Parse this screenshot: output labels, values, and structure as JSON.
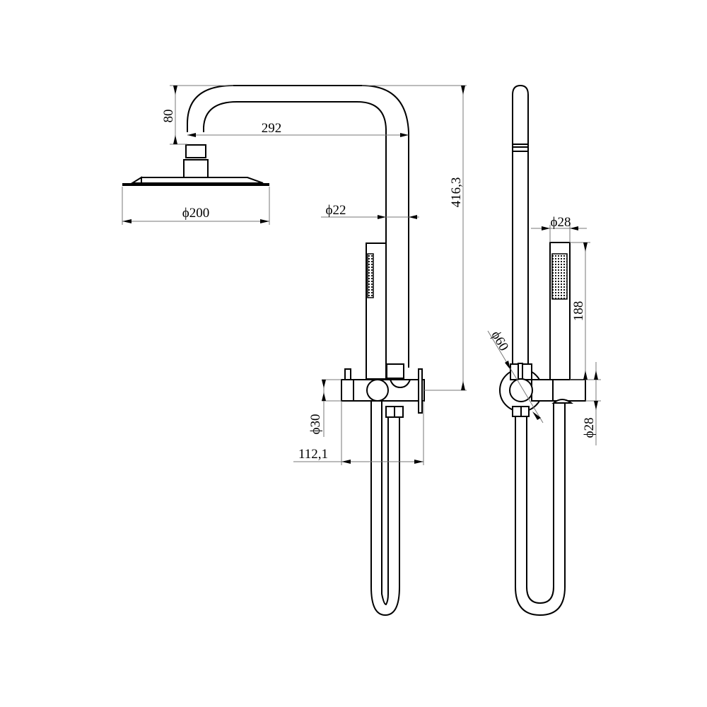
{
  "drawing": {
    "subject": "Shower set technical drawing",
    "views": [
      "front",
      "side"
    ],
    "stroke_color": "#000000",
    "dimension_color": "#777777",
    "background": "#ffffff"
  },
  "dimensions": {
    "arm_drop": "80",
    "arm_reach": "292",
    "head_diameter": "ϕ200",
    "riser_diameter": "ϕ22",
    "total_height": "416,3",
    "mixer_diameter": "ϕ30",
    "mixer_width": "112,1",
    "handshower_diameter": "ϕ28",
    "handshower_length": "188",
    "wall_plate_diameter": "ϕ60",
    "holder_diameter": "ϕ28"
  }
}
